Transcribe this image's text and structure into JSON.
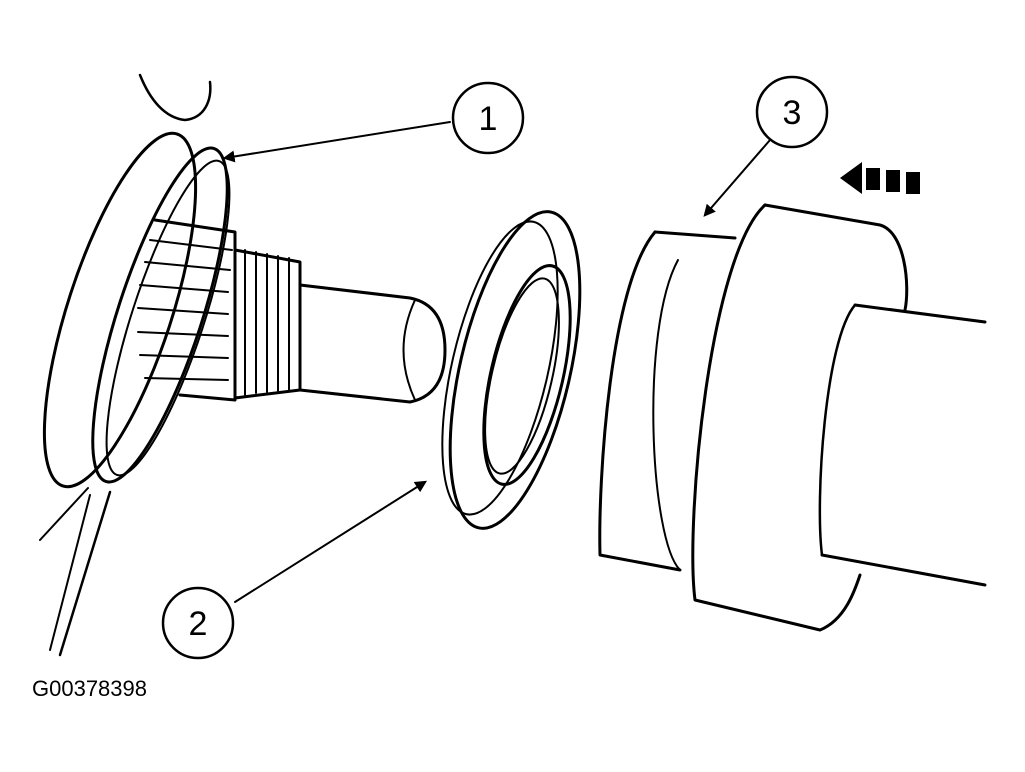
{
  "figure": {
    "id": "G00378398",
    "callouts": [
      {
        "number": "1"
      },
      {
        "number": "2"
      },
      {
        "number": "3"
      }
    ]
  }
}
